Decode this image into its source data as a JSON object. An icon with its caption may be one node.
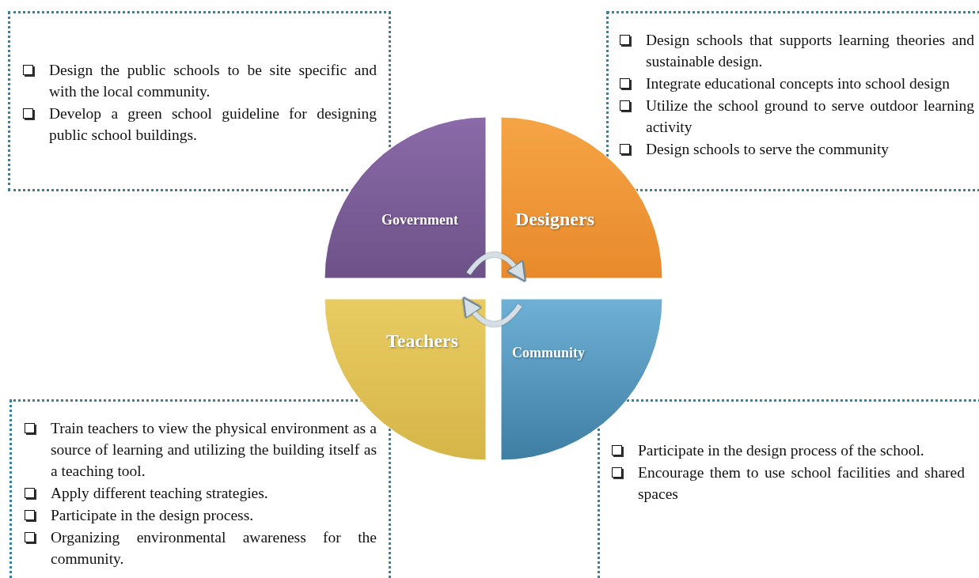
{
  "diagram": {
    "nodes": [
      {
        "text": [
          "Design the public schools to be site specific and with the local community.",
          "Develop a green school guideline for designing public school buildings."
        ]
      },
      {
        "text": [
          "Design schools that supports learning theories and sustainable design.",
          "Integrate educational concepts into school design",
          "Utilize the school ground to serve outdoor learning activity",
          "Design schools to serve the community"
        ]
      },
      {
        "text": [
          "Government"
        ]
      },
      {
        "text": [
          "Designers"
        ]
      },
      {
        "text": [
          "Teachers"
        ]
      },
      {
        "text": [
          "Community"
        ]
      },
      {
        "text": [
          "Train teachers to view the physical environment as a source of learning and utilizing the building itself as a teaching tool.",
          "Apply different teaching strategies.",
          "Participate in the design process.",
          "Organizing environmental awareness for the community."
        ]
      },
      {
        "text": [
          "Participate in the design process of the school.",
          "Encourage them to use school facilities and shared spaces"
        ]
      }
    ],
    "edges": [
      {
        "from": 2,
        "to": 3,
        "arrow": "to"
      },
      {
        "from": 5,
        "to": 4,
        "arrow": "to"
      }
    ]
  }
}
